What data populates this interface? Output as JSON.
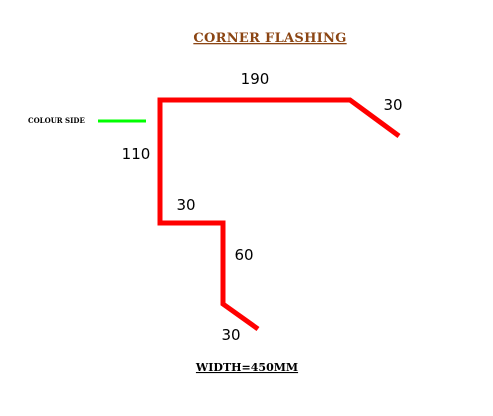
{
  "title": "CORNER  FLASHING",
  "colour_side_label": "COLOUR SIDE",
  "width_label": "WIDTH=450MM",
  "dimensions": {
    "top_segment": "190",
    "top_right_segment": "30",
    "left_segment": "110",
    "step_segment": "30",
    "vertical_segment": "60",
    "bottom_segment": "30"
  },
  "colors": {
    "profile": "#ff0000",
    "colour_side_marker": "#00ff00",
    "title": "#8b4513",
    "text": "#000000"
  }
}
